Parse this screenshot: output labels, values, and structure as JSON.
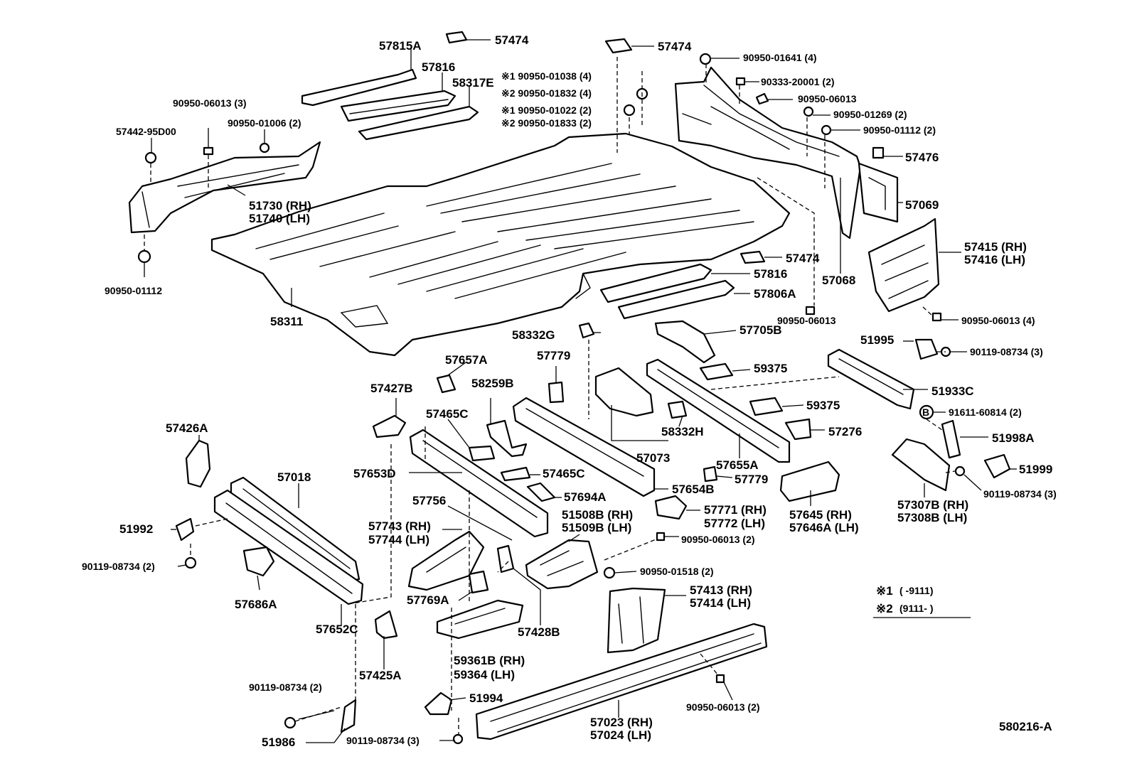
{
  "diagram_code": "580216-A",
  "legend": {
    "note1_mark": "※1",
    "note1_range": "(        -9111)",
    "note2_mark": "※2",
    "note2_range": "(9111-        )"
  },
  "labels": {
    "p57815A": "57815A",
    "p57474_a": "57474",
    "p57474_b": "57474",
    "p57474_c": "57474",
    "p57816_a": "57816",
    "p58317E": "58317E",
    "n1_90950_01038": "※1 90950-01038 (4)",
    "n2_90950_01832": "※2 90950-01832 (4)",
    "n1_90950_01022": "※1 90950-01022 (2)",
    "n2_90950_01833": "※2 90950-01833 (2)",
    "p90950_06013_3": "90950-06013 (3)",
    "p90950_01006_2": "90950-01006 (2)",
    "p57442_95D00": "57442-95D00",
    "p51730": "51730 (RH)",
    "p51740": "51740 (LH)",
    "p90950_01112_a": "90950-01112",
    "p58311": "58311",
    "p90950_01641_4": "90950-01641 (4)",
    "p90333_20001_2": "90333-20001 (2)",
    "p90950_06013_b": "90950-06013",
    "p90950_01269_2": "90950-01269 (2)",
    "p90950_01112_2": "90950-01112 (2)",
    "p57476": "57476",
    "p57069": "57069",
    "p57068": "57068",
    "p57415": "57415 (RH)",
    "p57416": "57416 (LH)",
    "p57816_b": "57816",
    "p57806A": "57806A",
    "p90950_06013_4": "90950-06013 (4)",
    "p90950_06013_c": "90950-06013",
    "p51995": "51995",
    "p90119_08734_3a": "90119-08734 (3)",
    "p58332G": "58332G",
    "p57705B": "57705B",
    "p57779_a": "57779",
    "p59375_a": "59375",
    "p51933C": "51933C",
    "p57657A": "57657A",
    "p58259B": "58259B",
    "p57427B": "57427B",
    "p59375_b": "59375",
    "p91611_60814": "91611-60814 (2)",
    "b_mark": "B",
    "p57465C_a": "57465C",
    "p58332H": "58332H",
    "p57276": "57276",
    "p51998A": "51998A",
    "p57426A": "57426A",
    "p57073": "57073",
    "p57655A": "57655A",
    "p51999": "51999",
    "p57018": "57018",
    "p57653D": "57653D",
    "p57465C_b": "57465C",
    "p57779_b": "57779",
    "p57654B": "57654B",
    "p90119_08734_3b": "90119-08734 (3)",
    "p57694A": "57694A",
    "p57756": "57756",
    "p57771": "57771 (RH)",
    "p57772": "57772 (LH)",
    "p57645": "57645    (RH)",
    "p57646A": "57646A (LH)",
    "p57307B": "57307B (RH)",
    "p57308B": "57308B (LH)",
    "p51508B": "51508B (RH)",
    "p51509B": "51509B (LH)",
    "p57743": "57743 (RH)",
    "p57744": "57744 (LH)",
    "p51992": "51992",
    "p90950_06013_2": "90950-06013 (2)",
    "p90119_08734_2a": "90119-08734 (2)",
    "p90950_01518_2": "90950-01518 (2)",
    "p57413": "57413 (RH)",
    "p57414": "57414 (LH)",
    "p57686A": "57686A",
    "p57769A": "57769A",
    "p57652C": "57652C",
    "p57428B": "57428B",
    "p59361B": "59361B (RH)",
    "p59364": "59364    (LH)",
    "p57425A": "57425A",
    "p90119_08734_2b": "90119-08734 (2)",
    "p51994": "51994",
    "p90950_06013_2b": "90950-06013 (2)",
    "p51986": "51986",
    "p90119_08734_3c": "90119-08734 (3)",
    "p57023": "57023 (RH)",
    "p57024": "57024 (LH)"
  }
}
